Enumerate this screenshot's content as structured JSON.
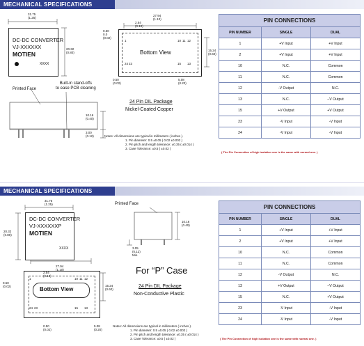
{
  "top": {
    "header": "MECHANICAL SPECIFICATIONS",
    "module": {
      "line1": "DC-DC CONVERTER",
      "line2": "VJ-XXXXXX",
      "brand": "MOTIEN",
      "model": "XXXX"
    },
    "dims": {
      "width": "31.75",
      "width_in": "(1.25)",
      "height": "20.32",
      "height_in": "(0.80)",
      "pin_row": "27.94",
      "pin_row_in": "(1.10)",
      "pin_off": "2.54",
      "pin_off_in": "(0.10)",
      "left_edge": "0.50",
      "left_edge2": "0.0",
      "left_edge_in": "(0.02)",
      "bot_edge": "0.50",
      "bot_edge_in": "(0.02)",
      "pin_pitch": "15.24",
      "pin_pitch_in": "(0.60)",
      "right_edge": "5.08",
      "right_edge_in": "(0.20)",
      "side_h": "10.16",
      "side_h_in": "(0.40)",
      "pin_len": "3.00",
      "pin_len_in": "(0.12)"
    },
    "bottom_view": "Bottom View",
    "pins": {
      "tl": "1",
      "tr1": "10",
      "tr2": "11",
      "tr3": "12",
      "bl1": "24",
      "bl2": "23",
      "br1": "15",
      "br2": "13"
    },
    "printed_face": "Printed Face",
    "standoff_note": "Built-in stand-offs\nto ease PCB cleaning",
    "package_title": "24 Pin DIL Package",
    "package_sub": "Nickel-Coated Copper",
    "notes": [
      "Notes: All dimensions are typical in millimeters ( inches ).",
      "1. Pin diameter: 0.5 ±0.05 ( 0.02 ±0.002 )",
      "2. Pin pitch and length tolerance: ±0.35 ( ±0.014 )",
      "3. Case Tolerance: ±0.5 ( ±0.02 )"
    ],
    "footnote": "( The Pin Connection of high isolation one is the same with normal one. )",
    "table": {
      "caption": "PIN CONNECTIONS",
      "headers": [
        "PIN NUMBER",
        "SINGLE",
        "DUAL"
      ],
      "rows": [
        [
          "1",
          "+V Input",
          "+V Input"
        ],
        [
          "2",
          "+V Input",
          "+V Input"
        ],
        [
          "10",
          "N.C.",
          "Common"
        ],
        [
          "11",
          "N.C.",
          "Common"
        ],
        [
          "12",
          "-V Output",
          "N.C."
        ],
        [
          "13",
          "N.C.",
          "–V Output"
        ],
        [
          "15",
          "+V Output",
          "+V Output"
        ],
        [
          "23",
          "-V Input",
          "-V Input"
        ],
        [
          "24",
          "-V Input",
          "-V Input"
        ]
      ]
    }
  },
  "bottom": {
    "header": "MECHANICAL SPECIFICATIONS",
    "module": {
      "line1": "DC-DC CONVERTER",
      "line2": "VJ-XXXXXXP",
      "brand": "MOTIEN",
      "model": "XXXX"
    },
    "dims": {
      "width": "31.75",
      "width_in": "(1.25)",
      "height": "20.32",
      "height_in": "(0.80)",
      "pin_row": "27.94",
      "pin_row_in": "(1.10)",
      "pin_off": "2.54",
      "pin_off_in": "(0.10)",
      "left_edge": "0.50",
      "left_edge_in": "(0.02)",
      "bot_edge": "0.50",
      "bot_edge_in": "(0.02)",
      "pin_pitch": "15.24",
      "pin_pitch_in": "(0.60)",
      "right_edge": "5.08",
      "right_edge_in": "(0.20)",
      "side_h": "10.16",
      "side_h_in": "(0.40)",
      "pin_len": "3.05",
      "pin_len_in": "(0.12)",
      "pin_len_min": "Min."
    },
    "bottom_view": "Bottom View",
    "pins": {
      "tl": "1",
      "tr1": "10",
      "tr2": "11",
      "tr3": "12",
      "bl1": "24",
      "bl2": "23",
      "br1": "15",
      "br2": "13"
    },
    "printed_face": "Printed Face",
    "case_label": "For “P” Case",
    "package_title": "24 Pin DIL Package",
    "package_sub": "Non-Conductive Plastic",
    "notes": [
      "Notes: All dimensions are typical in millimeters ( inches ).",
      "1. Pin diameter: 0.5 ±0.05 ( 0.02 ±0.002 )",
      "2. Pin pitch and length tolerance: ±0.35 ( ±0.014 )",
      "3. Case Tolerance: ±0.5 ( ±0.02 )"
    ],
    "footnote": "( The Pin Connection of high isolation one is the same with normal one. )",
    "table": {
      "caption": "PIN CONNECTIONS",
      "headers": [
        "PIN NUMBER",
        "SINGLE",
        "DUAL"
      ],
      "rows": [
        [
          "1",
          "+V Input",
          "+V Input"
        ],
        [
          "2",
          "+V Input",
          "+V Input"
        ],
        [
          "10",
          "N.C.",
          "Common"
        ],
        [
          "11",
          "N.C.",
          "Common"
        ],
        [
          "12",
          "-V Output",
          "N.C."
        ],
        [
          "13",
          "+V Output",
          "–V Output"
        ],
        [
          "15",
          "N.C.",
          "+V Output"
        ],
        [
          "23",
          "-V Input",
          "-V Input"
        ],
        [
          "24",
          "-V Input",
          "-V Input"
        ]
      ]
    }
  }
}
